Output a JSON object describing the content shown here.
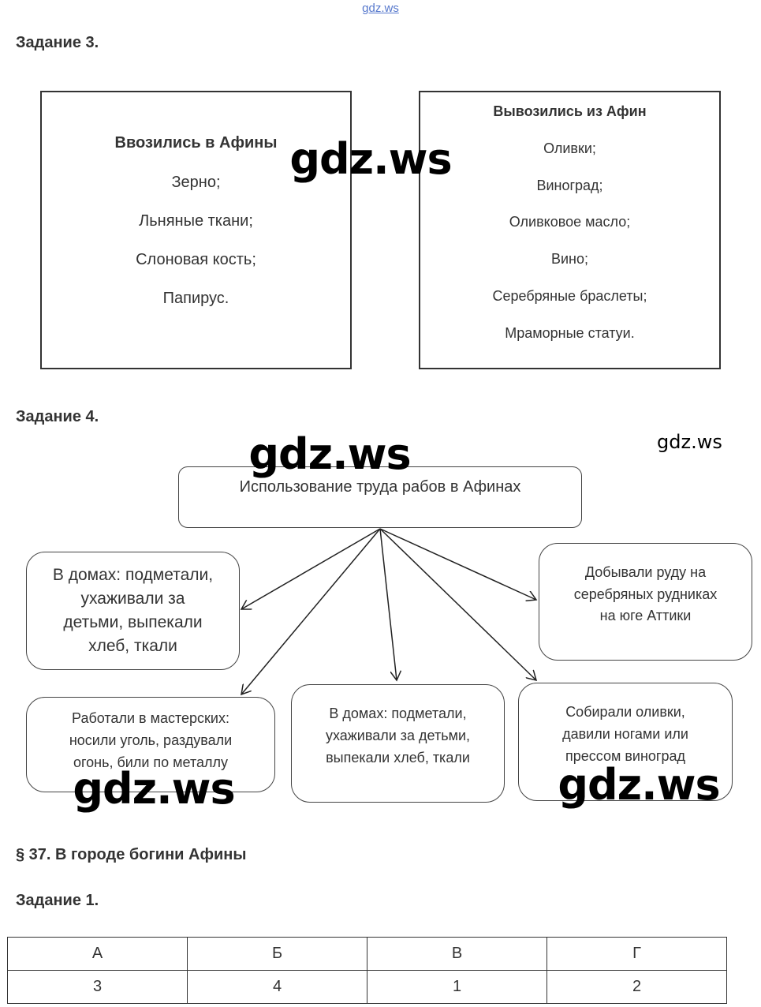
{
  "top_link": "gdz.ws",
  "task3": {
    "title": "Задание 3.",
    "imported": {
      "heading": "Ввозились в Афины",
      "items": [
        "Зерно;",
        "Льняные ткани;",
        "Слоновая кость;",
        "Папирус."
      ]
    },
    "exported": {
      "heading": "Вывозились из Афин",
      "items": [
        "Оливки;",
        "Виноград;",
        "Оливковое масло;",
        "Вино;",
        "Серебряные браслеты;",
        "Мраморные статуи."
      ]
    }
  },
  "task4": {
    "title": "Задание 4.",
    "site_label": "gdz.ws",
    "center": "Использование труда рабов в Афинах",
    "boxes": [
      [
        "В домах: подметали,",
        "ухаживали за",
        "детьми, выпекали",
        "хлеб, ткали"
      ],
      [
        "Добывали руду на",
        "серебряных рудниках",
        "на юге Аттики"
      ],
      [
        "Работали в мастерских:",
        "носили уголь, раздували",
        "огонь, били по металлу"
      ],
      [
        "В домах: подметали,",
        "ухаживали за детьми,",
        "выпекали хлеб, ткали"
      ],
      [
        "Собирали оливки,",
        "давили ногами или",
        "прессом виноград"
      ]
    ]
  },
  "section": {
    "title": "§ 37. В городе богини Афины",
    "task_title": "Задание 1."
  },
  "table": {
    "headers": [
      "А",
      "Б",
      "В",
      "Г"
    ],
    "values": [
      "3",
      "4",
      "1",
      "2"
    ]
  },
  "watermark": "gdz.ws"
}
